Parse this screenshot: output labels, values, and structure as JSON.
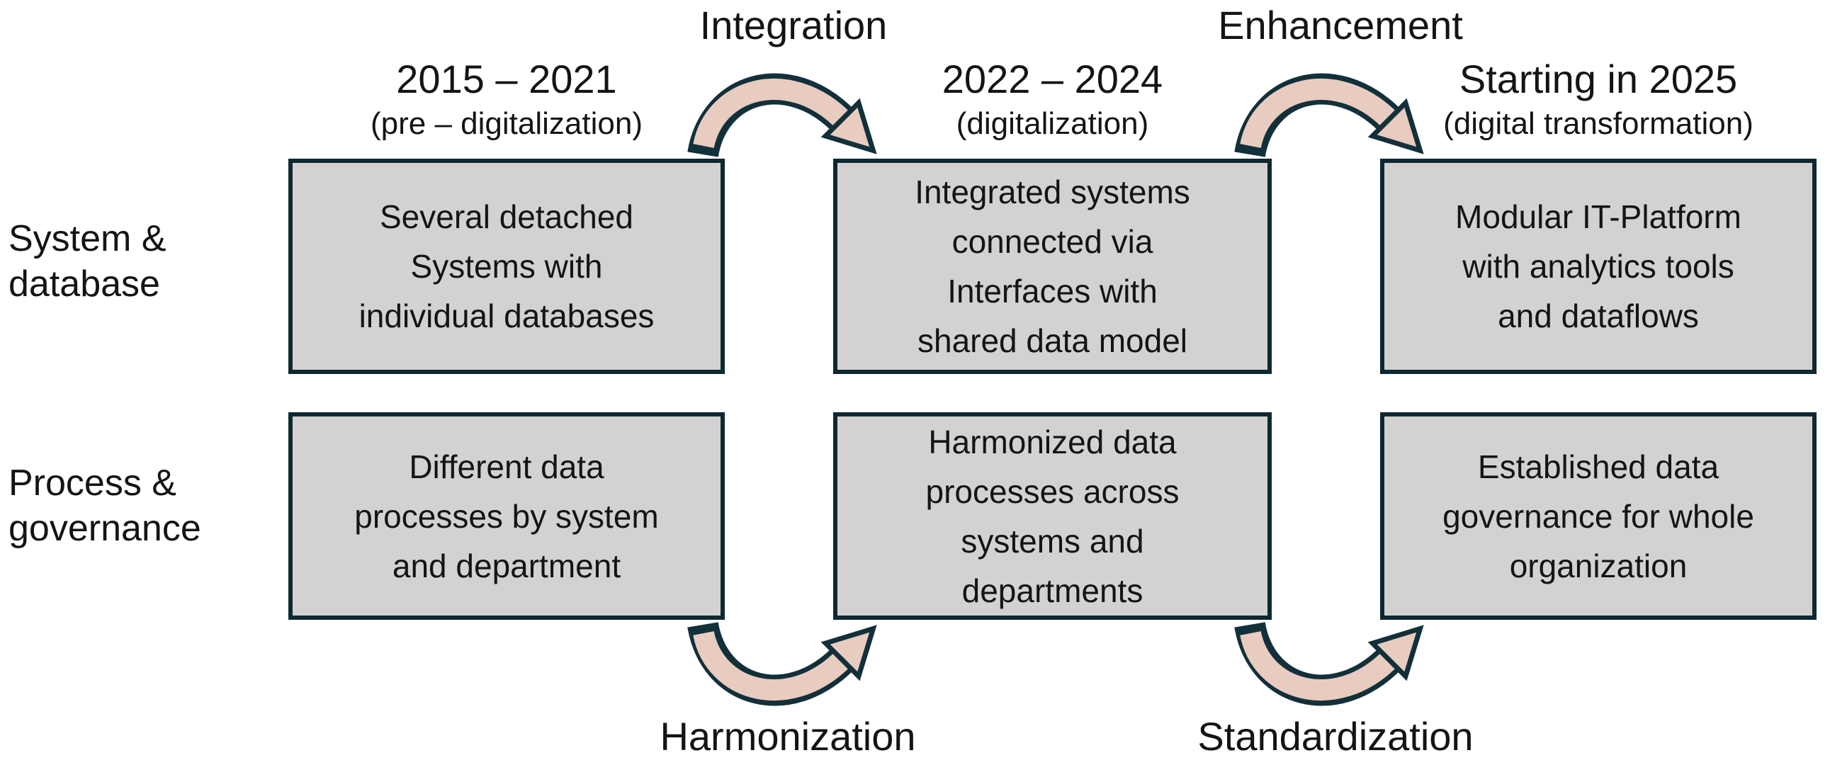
{
  "colors": {
    "background": "#ffffff",
    "text": "#141414",
    "box_fill": "#d3d2d0",
    "box_border": "#0e2831",
    "arrow_fill": "#e8ccc0",
    "arrow_outline": "#12303a"
  },
  "row_labels": [
    {
      "text": "System &\ndatabase"
    },
    {
      "text": "Process &\ngovernance"
    }
  ],
  "phases": [
    {
      "period": "2015 – 2021",
      "subtitle": "(pre – digitalization)"
    },
    {
      "period": "2022 – 2024",
      "subtitle": "(digitalization)"
    },
    {
      "period": "Starting in 2025",
      "subtitle": "(digital transformation)"
    }
  ],
  "transitions": {
    "integration": "Integration",
    "enhancement": "Enhancement",
    "harmonization": "Harmonization",
    "standardization": "Standardization"
  },
  "cells": {
    "system_database": [
      "Several detached\nSystems with\nindividual databases",
      "Integrated systems\nconnected via\nInterfaces with\nshared data model",
      "Modular IT-Platform\nwith analytics tools\nand dataflows"
    ],
    "process_governance": [
      "Different data\nprocesses by system\nand department",
      "Harmonized data\nprocesses across\nsystems and\ndepartments",
      "Established data\ngovernance for whole\norganization"
    ]
  }
}
